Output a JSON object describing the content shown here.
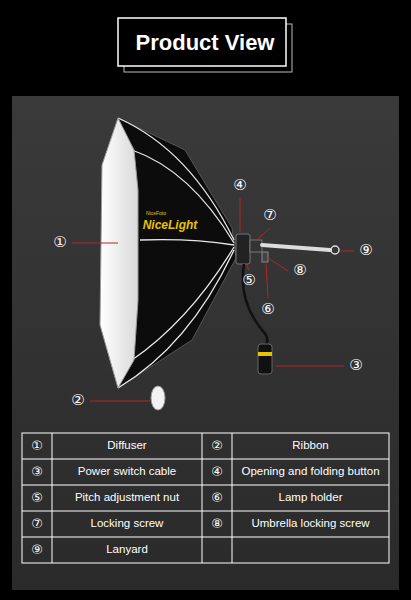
{
  "diagram": {
    "title": "Product View",
    "labels": [
      "NiceFoto",
      "NiceLight",
      "①",
      "②",
      "③",
      "④",
      "⑤",
      "⑥",
      "⑦",
      "⑧",
      "⑨",
      "①",
      "Diffuser",
      "②",
      "Ribbon",
      "③",
      "Power switch cable",
      "④",
      "Opening and folding button",
      "⑤",
      "Pitch adjustment nut",
      "⑥",
      "Lamp holder",
      "⑦",
      "Locking screw",
      "⑧",
      "Umbrella locking screw",
      "⑨",
      "Lanyard"
    ]
  }
}
